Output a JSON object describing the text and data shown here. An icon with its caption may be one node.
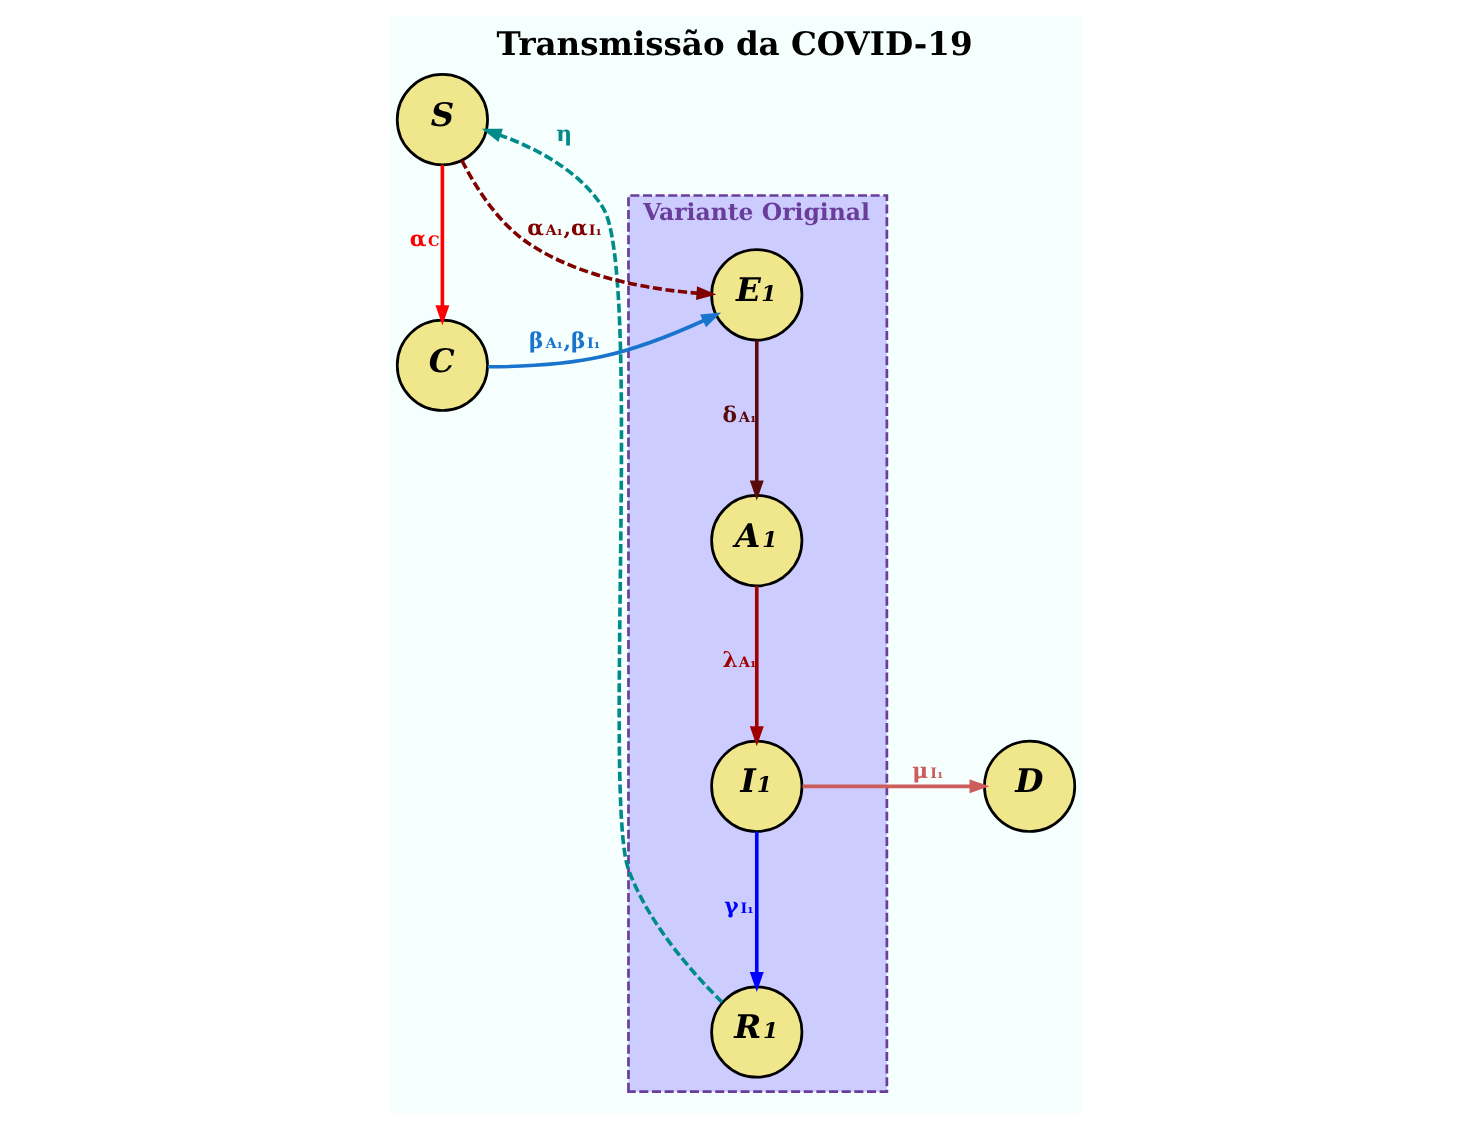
{
  "diagram": {
    "title": "Transmissão da COVID-19",
    "nodes": [
      {
        "text": [
          "Variante Original"
        ]
      },
      {
        "text": [
          "E$_{1}$"
        ],
        "in": 0
      },
      {
        "text": [
          "A$_{1}$"
        ],
        "in": 0
      },
      {
        "text": [
          "I$_{1}$"
        ],
        "in": 0
      },
      {
        "text": [
          "R$_{1}$"
        ],
        "in": 0
      },
      {
        "text": [
          "S"
        ]
      },
      {
        "text": [
          "C"
        ]
      },
      {
        "text": [
          "D"
        ]
      }
    ],
    "edges": [
      {
        "from": 5,
        "to": 6,
        "arrow": "to",
        "label": "α$_{C}$",
        "color": "#ff0000"
      },
      {
        "from": 6,
        "to": 1,
        "arrow": "to",
        "label": "β$_{A₁}$,β$_{I₁}$",
        "color": "#1874cd"
      },
      {
        "from": 5,
        "to": 1,
        "arrow": "to",
        "label": "α$_{A₁}$,α$_{I₁}$",
        "style": "dashed",
        "color": "#800000"
      },
      {
        "from": 1,
        "to": 2,
        "arrow": "to",
        "label": "δ$_{A₁}$",
        "color": "#5a0a0a"
      },
      {
        "from": 2,
        "to": 3,
        "arrow": "to",
        "label": "λ$_{A₁}$",
        "color": "#a00000"
      },
      {
        "from": 3,
        "to": 4,
        "arrow": "to",
        "label": "γ$_{I₁}$",
        "color": "#0000ff"
      },
      {
        "from": 3,
        "to": 7,
        "arrow": "to",
        "label": "μ$_{I₁}$",
        "color": "#cd5c5c"
      },
      {
        "from": 4,
        "to": 5,
        "arrow": "to",
        "label": "η",
        "style": "dashed",
        "color": "#008b8b"
      }
    ]
  }
}
